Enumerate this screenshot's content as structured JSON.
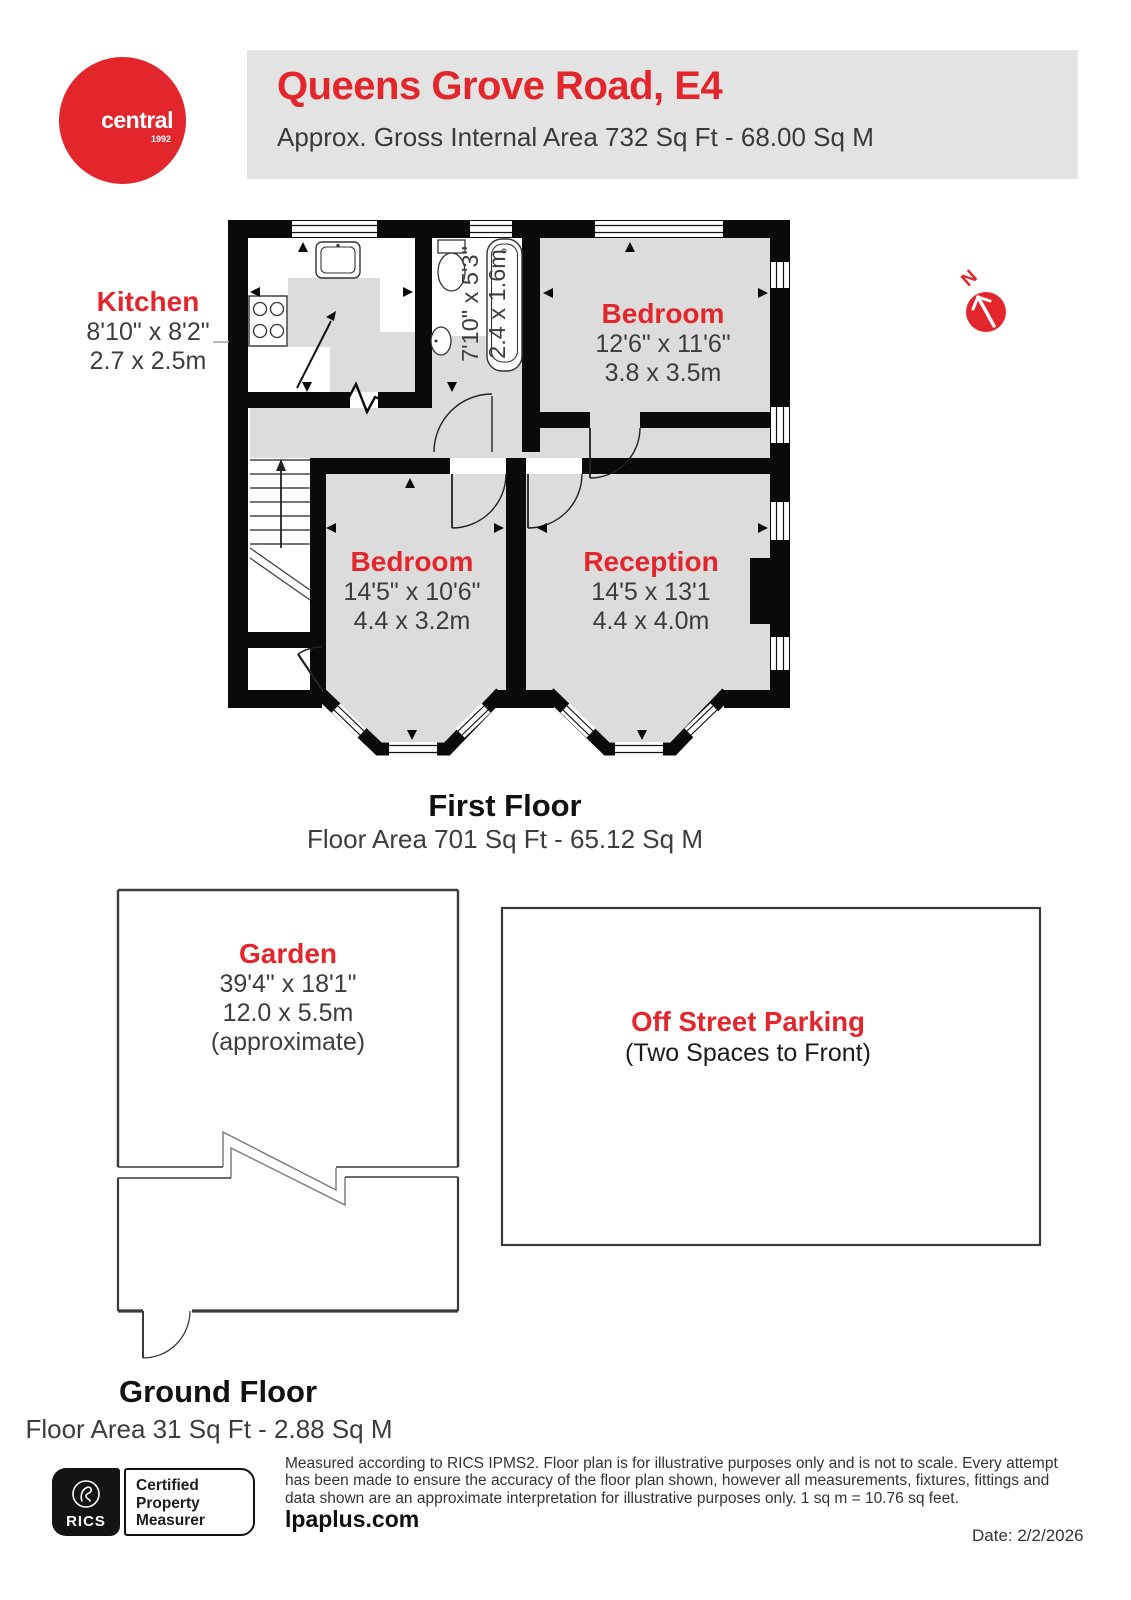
{
  "header": {
    "logo": {
      "brand": "central",
      "year": "1992"
    },
    "title": "Queens Grove Road, E4",
    "subtitle": "Approx. Gross Internal Area 732 Sq Ft - 68.00 Sq M"
  },
  "compass": {
    "label": "N"
  },
  "first_floor": {
    "caption": {
      "title": "First Floor",
      "area": "Floor Area 701 Sq Ft - 65.12 Sq M"
    },
    "rooms": [
      {
        "name": "Kitchen",
        "dims_ft": "8'10\" x 8'2\"",
        "dims_m": "2.7 x 2.5m"
      },
      {
        "dims_ft": "7'10\" x 5'3\"",
        "dims_m": "2.4 x 1.6m"
      },
      {
        "name": "Bedroom",
        "dims_ft": "12'6\" x 11'6\"",
        "dims_m": "3.8 x 3.5m"
      },
      {
        "name": "Bedroom",
        "dims_ft": "14'5\" x 10'6\"",
        "dims_m": "4.4 x 3.2m"
      },
      {
        "name": "Reception",
        "dims_ft": "14'5 x 13'1",
        "dims_m": "4.4 x 4.0m"
      }
    ]
  },
  "ground_floor": {
    "caption": {
      "title": "Ground Floor",
      "area": "Floor Area 31 Sq Ft - 2.88 Sq M"
    },
    "garden": {
      "name": "Garden",
      "dims_ft": "39'4\" x 18'1\"",
      "dims_m": "12.0 x 5.5m",
      "note": "(approximate)"
    },
    "parking": {
      "name": "Off Street Parking",
      "note": "(Two Spaces to Front)"
    }
  },
  "footer": {
    "rics": "RICS",
    "badge_lines": [
      "Certified",
      "Property",
      "Measurer"
    ],
    "disclaimer": "Measured according to RICS IPMS2. Floor plan is for illustrative purposes only and is not to scale. Every attempt has been made to ensure the accuracy of the floor plan shown, however all measurements, fixtures, fittings and data shown are an approximate interpretation for illustrative purposes only. 1 sq m = 10.76 sq feet.",
    "website": "lpaplus.com",
    "date": "Date: 2/2/2026"
  },
  "colors": {
    "accent_red": "#e2262c",
    "floor_gray": "#dcdcdc",
    "wall_black": "#0a0a0a",
    "header_gray": "#e3e3e3"
  }
}
